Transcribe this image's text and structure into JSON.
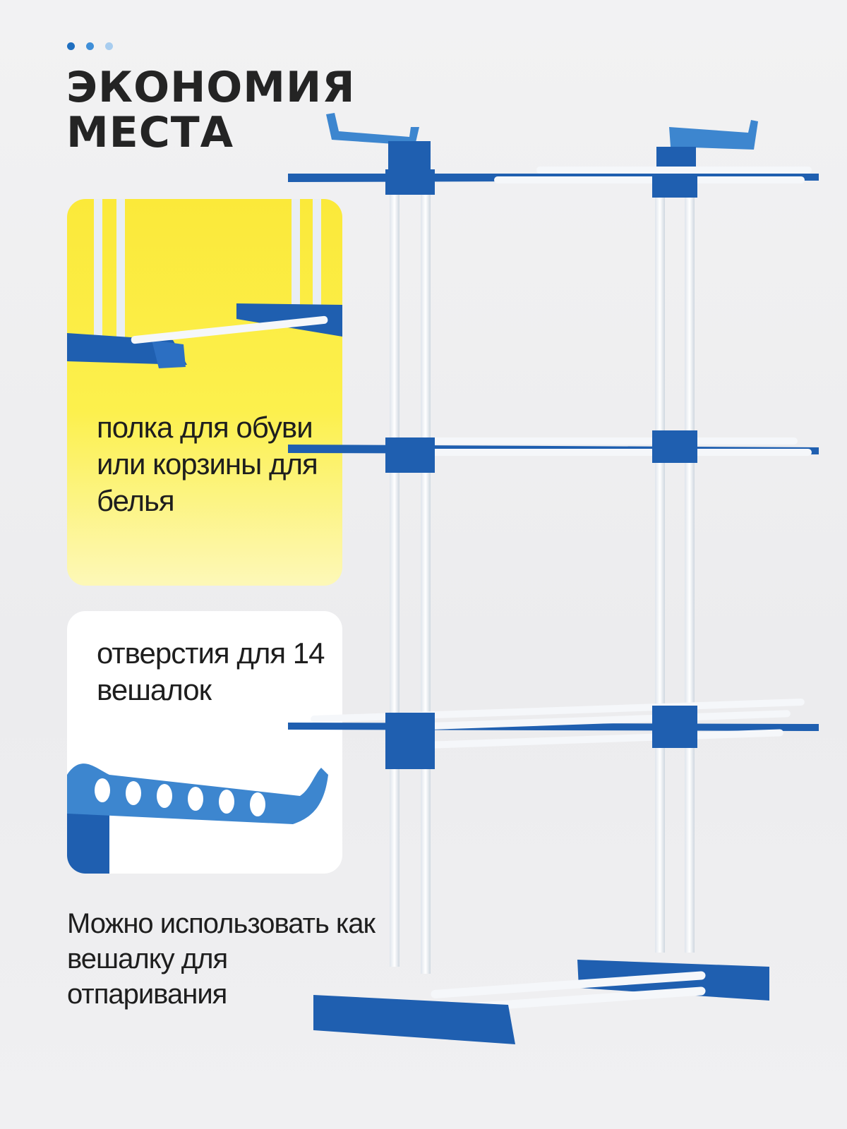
{
  "colors": {
    "accent_blue": "#1f5fb0",
    "light_blue": "#3d86cf",
    "dot_dark": "#1f6fc0",
    "dot_mid": "#3f8fd8",
    "dot_light": "#a8cdef",
    "yellow": "#fbe93a",
    "text_dark": "#1e1e1e"
  },
  "title": {
    "line1": "ЭКОНОМИЯ",
    "line2": "МЕСТА"
  },
  "card_shoe_shelf": {
    "text": "полка для обуви или корзины для белья"
  },
  "card_hanger_holes": {
    "text": "отверстия для 14 вешалок"
  },
  "caption": {
    "text": "Можно использовать как вешалку для отпаривания"
  }
}
